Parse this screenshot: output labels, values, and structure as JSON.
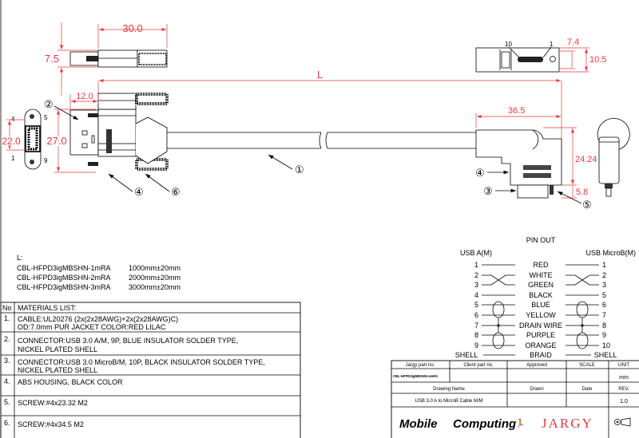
{
  "drawing": {
    "dims": {
      "a_width": "30.0",
      "a_height": "7.5",
      "length": "L",
      "plug": "12.0",
      "a_front": "27.0",
      "a_end": "22.0",
      "mb_w": "7.4",
      "mb_h": "10.5",
      "mb_len": "36.5",
      "mb_ht": "24.24",
      "mb_plug": "5.8"
    },
    "end_pins": {
      "p4": "4",
      "p5": "5",
      "p1": "1",
      "p9": "9"
    },
    "mb_pins": {
      "p10": "10",
      "p1": "1"
    },
    "callouts": {
      "c1": "①",
      "c2": "②",
      "c3": "③",
      "c4a": "④",
      "c4b": "④",
      "c5": "⑤",
      "c6": "⑥"
    }
  },
  "lengths": {
    "label": "L:",
    "items": [
      {
        "part": "CBL-HFPD3igMBSHN-1mRA",
        "len": "1000mm±20mm"
      },
      {
        "part": "CBL-HFPD3igMBSHN-2mRA",
        "len": "2000mm±20mm"
      },
      {
        "part": "CBL-HFPD3igMBSHN-3mRA",
        "len": "3000mm±20mm"
      }
    ]
  },
  "materials": {
    "no_header": "No",
    "header": "MATERIALS LIST:",
    "rows": [
      {
        "no": "1.",
        "l1": "CABLE:UL20276 (2x(2x28AWG)+2x(2x28AWG)C)",
        "l2": "OD:7.0mm  PUR JACKET COLOR:RED LILAC"
      },
      {
        "no": "2.",
        "l1": "CONNECTOR:USB 3.0 A/M, 9P, BLUE INSULATOR SOLDER TYPE,",
        "l2": "NICKEL PLATED SHELL"
      },
      {
        "no": "3.",
        "l1": "CONNECTOR:USB 3.0 MicroB/M, 10P, BLACK INSULATOR SOLDER TYPE,",
        "l2": "NICKEL PLATED SHELL"
      },
      {
        "no": "4.",
        "l1": "ABS HOUSING, BLACK COLOR",
        "l2": ""
      },
      {
        "no": "5.",
        "l1": "SCREW:#4x23.32 M2",
        "l2": ""
      },
      {
        "no": "6.",
        "l1": "SCREW:#4x34.5 M2",
        "l2": ""
      }
    ]
  },
  "pinout": {
    "title": "PIN OUT",
    "left_title": "USB A(M)",
    "right_title": "USB MicroB(M)",
    "rows": [
      {
        "a": "1",
        "wire": "RED",
        "b": "1"
      },
      {
        "a": "2",
        "wire": "WHITE",
        "b": "2"
      },
      {
        "a": "3",
        "wire": "GREEN",
        "b": "3"
      },
      {
        "a": "4",
        "wire": "BLACK",
        "b": "5"
      },
      {
        "a": "5",
        "wire": "BLUE",
        "b": "6"
      },
      {
        "a": "6",
        "wire": "YELLOW",
        "b": "7"
      },
      {
        "a": "7",
        "wire": "DRAIN WIRE",
        "b": "8"
      },
      {
        "a": "8",
        "wire": "PURPLE",
        "b": "9"
      },
      {
        "a": "9",
        "wire": "ORANGE",
        "b": "10"
      },
      {
        "a": "SHELL",
        "wire": "BRAID",
        "b": "SHELL"
      }
    ]
  },
  "titleblock": {
    "jargy_part_label": "Jargy part no.",
    "client_part_label": "Client part no.",
    "approved_label": "Approved",
    "scale_label": "SCALE",
    "unit_label": "UNIT",
    "jargy_part": "CBL-HFPD3igMBSHN-xmRA",
    "unit": "mm",
    "drawing_name_label": "Drawing Name",
    "drawn_label": "Drawn",
    "date_label": "Date",
    "rev_label": "REV.",
    "drawing_name": "USB 3.0 A to MicroB Cable M/M",
    "rev": "1.0",
    "logo_mobile": "Mobile",
    "logo_computing": "Computing",
    "logo_jargy": "JARGY"
  },
  "colors": {
    "dimension": "#e8383d",
    "line": "#000000"
  }
}
